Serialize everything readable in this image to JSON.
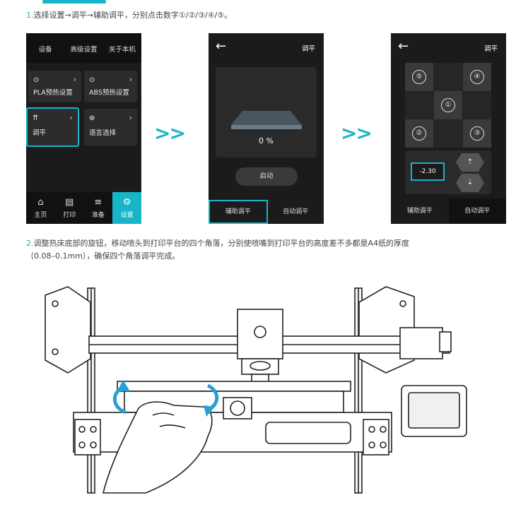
{
  "accent": "#18b4c8",
  "step1": {
    "num": "1.",
    "text": "选择设置→调平→辅助调平，分别点击数字①/②/③/④/⑤。"
  },
  "step2": {
    "num": "2.",
    "text_line1": "调整热床底部的旋钮，移动喷头到打印平台的四个角落，分别使喷嘴到打印平台的高度差不多都是A4纸的厚度",
    "text_line2": "（0.08–0.1mm），确保四个角落调平完成。"
  },
  "separator": ">>",
  "screen1": {
    "tabs": [
      "设备",
      "高级设置",
      "关于本机"
    ],
    "tiles": [
      {
        "label": "PLA预热设置",
        "icon": "pla-preheat-icon",
        "glyph": "⊙"
      },
      {
        "label": "ABS预热设置",
        "icon": "abs-preheat-icon",
        "glyph": "⊙"
      },
      {
        "label": "调平",
        "icon": "leveling-icon",
        "glyph": "⇈"
      },
      {
        "label": "语言选择",
        "icon": "globe-icon",
        "glyph": "⊕"
      }
    ],
    "nav": [
      {
        "label": "主页",
        "icon": "home-icon",
        "glyph": "⌂"
      },
      {
        "label": "打印",
        "icon": "file-icon",
        "glyph": "▤"
      },
      {
        "label": "准备",
        "icon": "sliders-icon",
        "glyph": "≡"
      },
      {
        "label": "设置",
        "icon": "gear-icon",
        "glyph": "⚙"
      }
    ]
  },
  "screen2": {
    "title": "调平",
    "progress": "0 %",
    "start_label": "启动",
    "footer": [
      "辅助调平",
      "自动调平"
    ]
  },
  "screen3": {
    "title": "调平",
    "points": [
      "①",
      "②",
      "③",
      "④",
      "⑤"
    ],
    "z_value": "-2.30",
    "footer": [
      "辅助调平",
      "自动调平"
    ]
  }
}
